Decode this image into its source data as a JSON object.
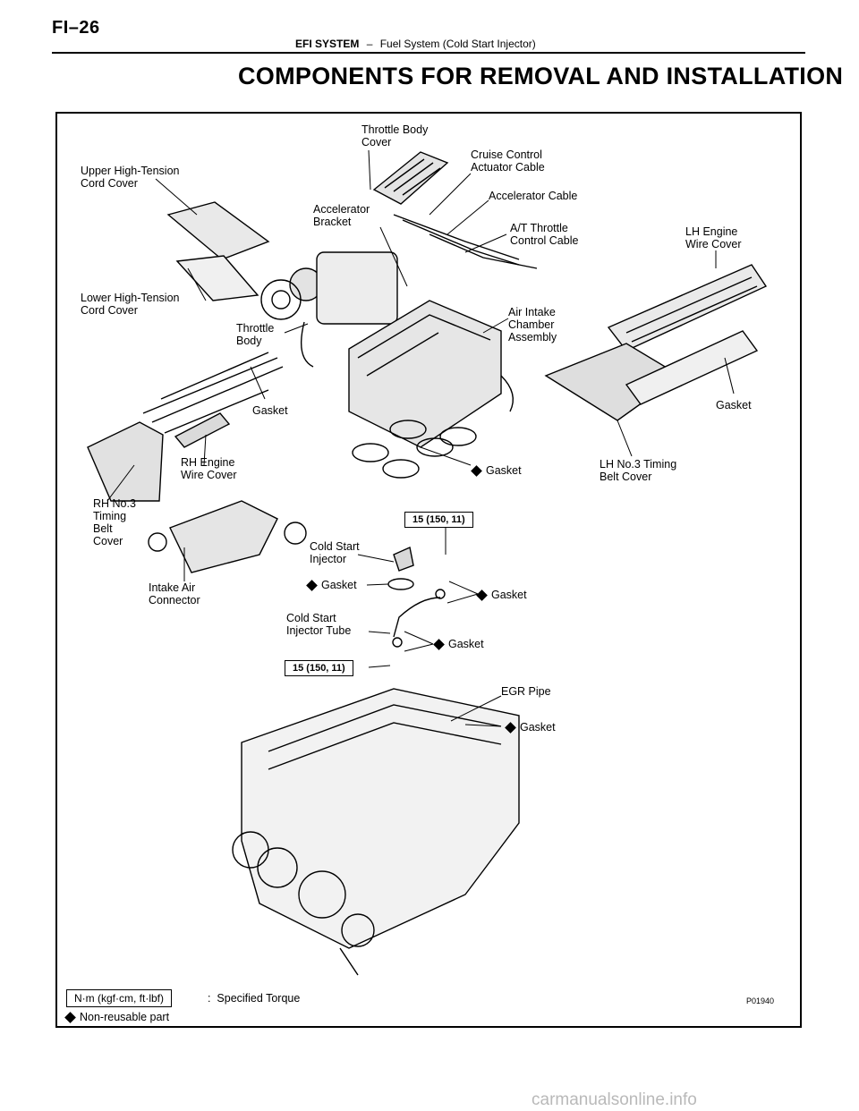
{
  "header": {
    "page_number": "FI–26",
    "system": "EFI SYSTEM",
    "separator": "–",
    "subtitle": "Fuel System (Cold Start Injector)"
  },
  "section_title": "COMPONENTS FOR REMOVAL AND INSTALLATION",
  "diagram": {
    "labels": {
      "throttle_body_cover": "Throttle Body\nCover",
      "cruise_control_cable": "Cruise Control\nActuator Cable",
      "accelerator_cable": "Accelerator Cable",
      "at_throttle_cable": "A/T Throttle\nControl Cable",
      "accelerator_bracket": "Accelerator\nBracket",
      "upper_cord_cover": "Upper High-Tension\nCord Cover",
      "lower_cord_cover": "Lower High-Tension\nCord Cover",
      "throttle_body": "Throttle\nBody",
      "air_intake_chamber": "Air Intake\nChamber\nAssembly",
      "lh_engine_wire_cover": "LH Engine\nWire Cover",
      "gasket_left": "Gasket",
      "gasket_right": "Gasket",
      "gasket_intake": "Gasket",
      "rh_engine_wire_cover": "RH Engine\nWire Cover",
      "rh_timing_belt_cover": "RH No.3\nTiming\nBelt\nCover",
      "lh_timing_belt_cover": "LH No.3 Timing\nBelt Cover",
      "cold_start_injector": "Cold Start\nInjector",
      "gasket_injector": "Gasket",
      "gasket_tube_upper": "Gasket",
      "cold_start_injector_tube": "Cold Start\nInjector Tube",
      "gasket_tube_lower": "Gasket",
      "intake_air_connector": "Intake Air\nConnector",
      "egr_pipe": "EGR Pipe",
      "gasket_egr": "Gasket"
    },
    "torque_upper": "15 (150, 11)",
    "torque_lower": "15 (150, 11)",
    "legend": {
      "torque_unit": "N·m (kgf·cm, ft·lbf)",
      "torque_desc": ":  Specified Torque",
      "non_reusable": "Non-reusable part"
    },
    "figure_code": "P01940"
  },
  "watermark": "carmanualsonline.info"
}
